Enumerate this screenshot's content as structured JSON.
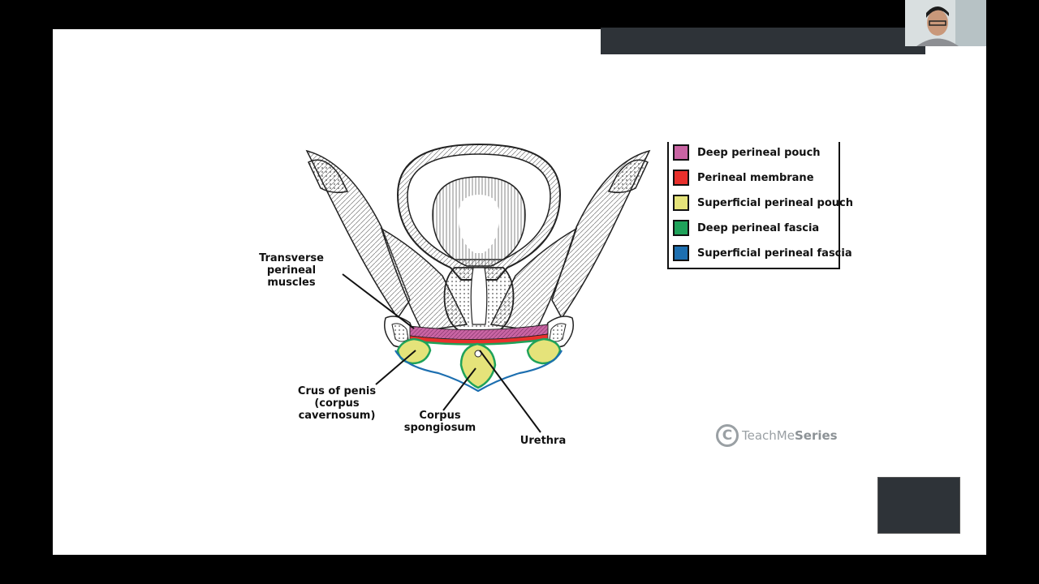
{
  "legend": {
    "items": [
      {
        "label": "Deep perineal pouch",
        "color": "#c964a3"
      },
      {
        "label": "Perineal membrane",
        "color": "#e8302c"
      },
      {
        "label": "Superficial perineal pouch",
        "color": "#e5e37a"
      },
      {
        "label": "Deep perineal fascia",
        "color": "#1fa25a"
      },
      {
        "label": "Superficial perineal fascia",
        "color": "#1d6fb0"
      }
    ]
  },
  "labels": {
    "transverse_perineal_muscles": "Transverse perineal\nmuscles",
    "crus_of_penis": "Crus of penis\n(corpus cavernosum)",
    "corpus_spongiosum": "Corpus\nspongiosum",
    "urethra": "Urethra"
  },
  "logo": {
    "prefix": "TeachMe",
    "suffix": "Series"
  },
  "colors": {
    "background": "#000000",
    "slide": "#ffffff",
    "dark_panel": "#2e3338"
  }
}
